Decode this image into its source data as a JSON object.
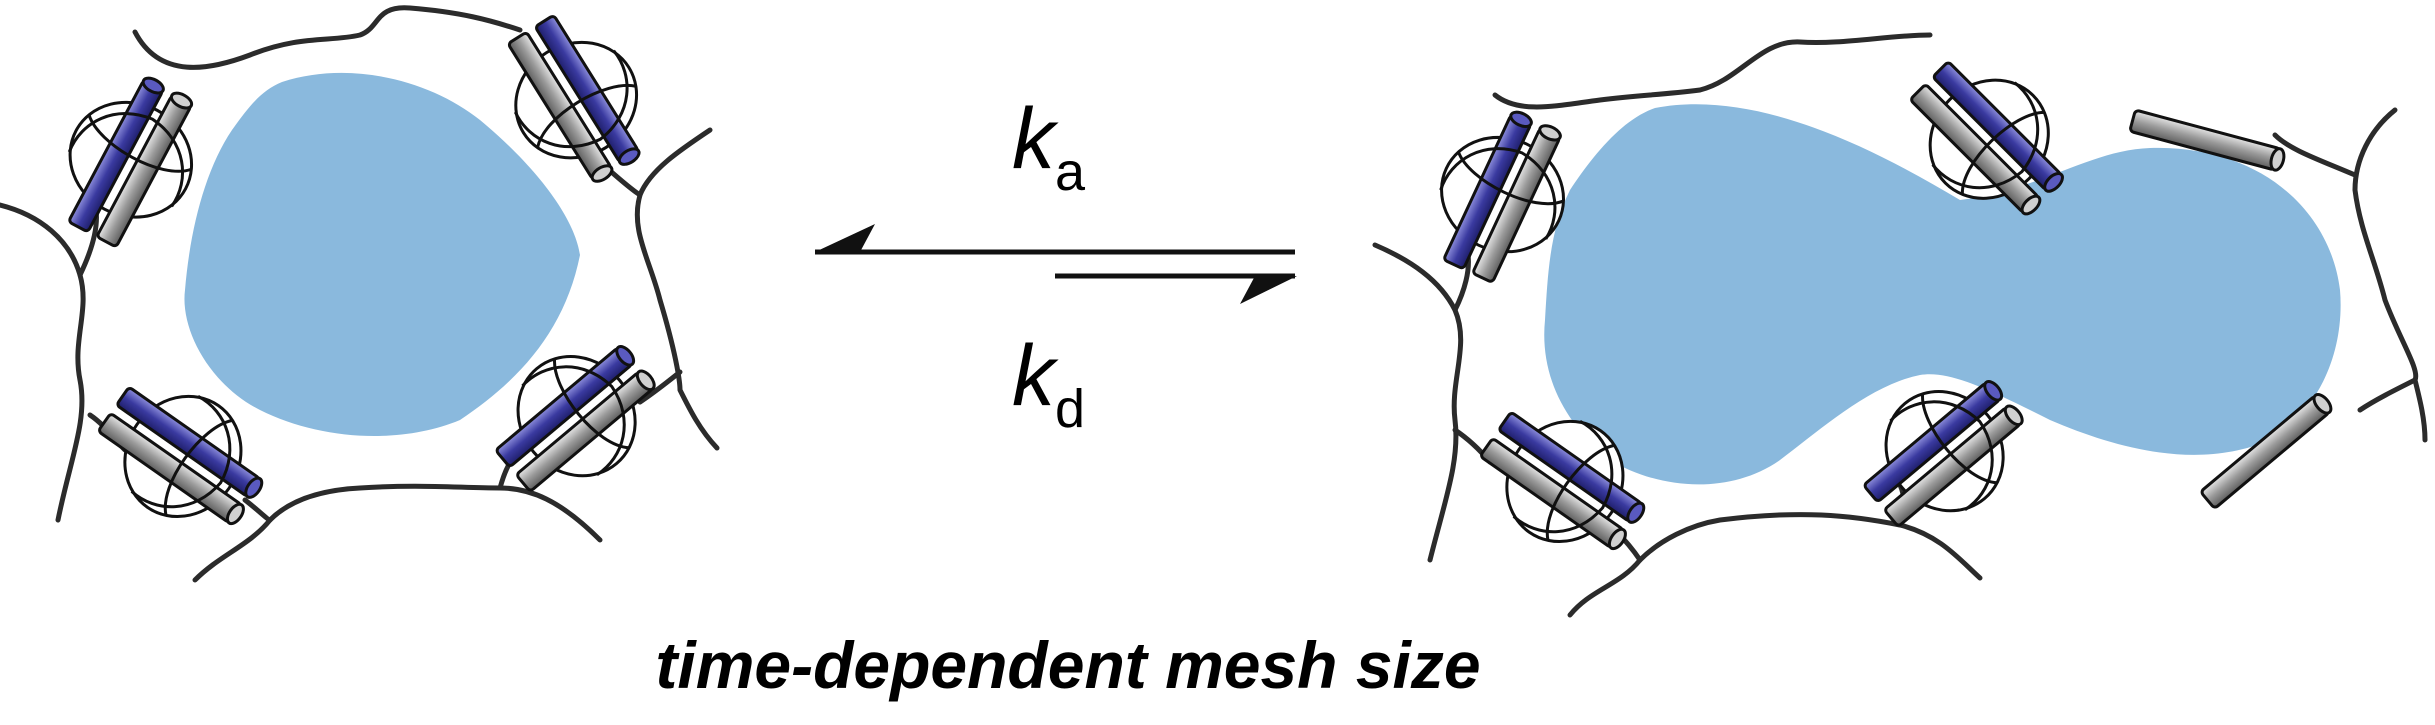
{
  "labels": {
    "ka_main": "k",
    "ka_sub": "a",
    "kd_main": "k",
    "kd_sub": "d",
    "caption": "time-dependent mesh size"
  },
  "colors": {
    "mesh_fill": "#8ab9dd",
    "chain_stroke": "#2b2b2b",
    "rod_blue": "#3a3aa0",
    "rod_gray": "#b0b0b0",
    "ring_stroke": "#111111",
    "arrow": "#111111"
  },
  "icons": {
    "host_guest": "cyclodextrin-ring-with-guest-rods",
    "free_guest": "gray-rod-guest",
    "equilibrium": "equilibrium-harpoon-arrows"
  }
}
